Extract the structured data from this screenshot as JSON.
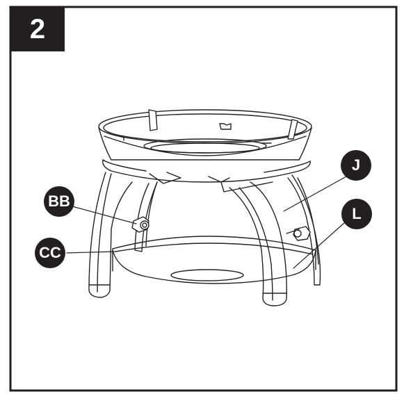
{
  "step": {
    "number": "2"
  },
  "callouts": [
    {
      "id": "bb",
      "label": "BB"
    },
    {
      "id": "cc",
      "label": "CC"
    },
    {
      "id": "j",
      "label": "J"
    },
    {
      "id": "l",
      "label": "L"
    }
  ],
  "colors": {
    "ink": "#231f20",
    "paper": "#ffffff",
    "line": "#222222"
  }
}
